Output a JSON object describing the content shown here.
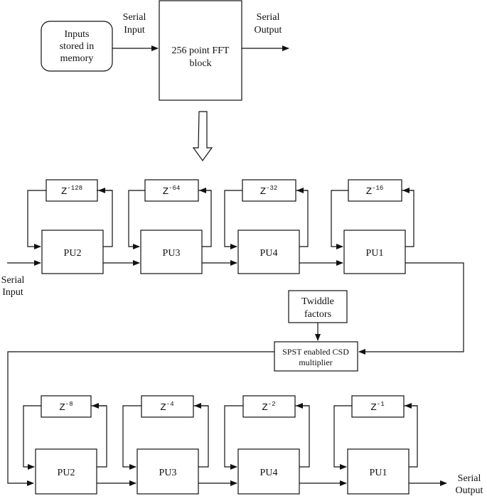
{
  "top": {
    "memory_line1": "Inputs",
    "memory_line2": "stored in",
    "memory_line3": "memory",
    "serial_input_line1": "Serial",
    "serial_input_line2": "Input",
    "fft_line1": "256 point FFT",
    "fft_line2": "block",
    "serial_output_line1": "Serial",
    "serial_output_line2": "Output"
  },
  "stage1": {
    "input_line1": "Serial",
    "input_line2": "Input",
    "delays": [
      "-128",
      "-64",
      "-32",
      "-16"
    ],
    "units": [
      "PU2",
      "PU3",
      "PU4",
      "PU1"
    ]
  },
  "middle": {
    "twiddle_line1": "Twiddle",
    "twiddle_line2": "factors",
    "mult_line1": "SPST enabled CSD",
    "mult_line2": "multiplier"
  },
  "stage2": {
    "delays": [
      "-8",
      "-4",
      "-2",
      "-1"
    ],
    "units": [
      "PU2",
      "PU3",
      "PU4",
      "PU1"
    ],
    "output_line1": "Serial",
    "output_line2": "Output"
  },
  "delay_symbol": "Z",
  "colors": {
    "stroke": "#111111",
    "background": "#ffffff"
  }
}
